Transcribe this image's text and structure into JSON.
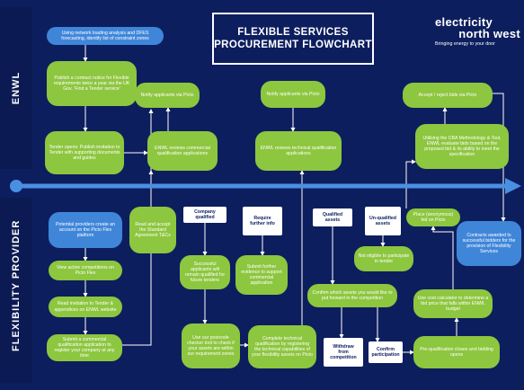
{
  "title": {
    "line1": "FLEXIBLE SERVICES",
    "line2": "PROCUREMENT FLOWCHART"
  },
  "logo": {
    "line1": "electricity",
    "line2": "north west",
    "tagline": "Bringing energy to your door"
  },
  "lanes": {
    "top": "ENWL",
    "bottom": "FLEXIBILITY PROVIDER"
  },
  "colors": {
    "background": "#0d1e5e",
    "enwl_process": "#8dc63f",
    "provider_process": "#3f86d9",
    "timeline": "#4a90e2",
    "decision": "#ffffff"
  },
  "nodes": {
    "network_analysis": "Using network loading analysis and DFES forecasting, identify list of constraint zones",
    "publish_notice": "Publish a contract notice for Flexible requirements twice a year via the UK Gov. 'Find a Tender service'",
    "tender_opens": "Tender opens: Publish invitation to Tender with supporting documents and guides",
    "notify_1": "Notify applicants via Picto",
    "enwl_review_commercial": "ENWL reviews commercial qualification applications",
    "notify_2": "Notify applicants via Picto",
    "enwl_review_technical": "ENWL reviews technical qualification applications",
    "accept_reject": "Accept / reject bids via Picto",
    "cba_method": "Utilising the CBA Methodology & Tool, ENWL evaluate bids based on the proposed bid & its ability to meet the specification",
    "providers_account": "Potential providers create an account on the Picto Flex platform",
    "view_competitions": "View active competitions on Picto Flex",
    "read_invitation": "Read invitation to Tender & appendices on ENWL website",
    "submit_commercial": "Submit a commercial qualification application to register your company at any time",
    "read_accept": "Read and accept the Standard Agreement T&Cs",
    "company_qualified": "Company qualified",
    "require_info": "Require further info",
    "remain_qualified": "Successful applicants will remain qualified for future tenders",
    "submit_evidence": "Submit further evidence to support commercial application",
    "postcode_checker": "Use our postcode checker tool to check if your assets are within our requirement zones",
    "complete_technical": "Complete technical qualification by registering the technical capabilities of your flexibility assets on Picto",
    "qualified_assets": "Qualified assets",
    "unqualified_assets": "Un-qualified assets",
    "not_eligible": "Not eligible to participate in tender",
    "confirm_assets": "Confirm which assets you would like to put forward in the competition",
    "withdraw": "Withdraw from competition",
    "confirm_participation": "Confirm participation",
    "place_bid": "Place (anonymous) bid on Picto",
    "use_cost_calculator": "Use cost calculator to determine a bid price that falls within ENWL budget",
    "prequal_closes": "Pre-qualification closes and bidding opens",
    "contracts_awarded": "Contracts awarded to successful bidders for the provision of Flexibility Services"
  }
}
